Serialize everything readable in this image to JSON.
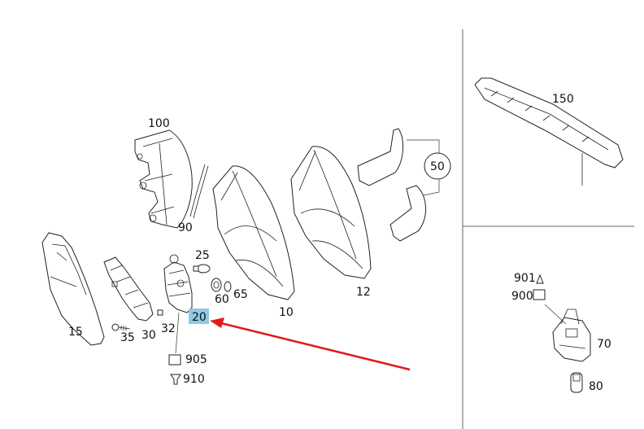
{
  "diagram": {
    "callouts": {
      "p100": "100",
      "p90": "90",
      "p150": "150",
      "p50": "50",
      "p25": "25",
      "p60": "60",
      "p65": "65",
      "p10": "10",
      "p12": "12",
      "p15": "15",
      "p35": "35",
      "p30": "30",
      "p32": "32",
      "p20": "20",
      "p905": "905",
      "p910": "910",
      "p901": "901",
      "p900": "900",
      "p70": "70",
      "p80": "80"
    },
    "highlighted_callout": "20",
    "colors": {
      "highlight": "#8ecae6",
      "arrow": "#e41a1a",
      "line": "#222222"
    }
  }
}
